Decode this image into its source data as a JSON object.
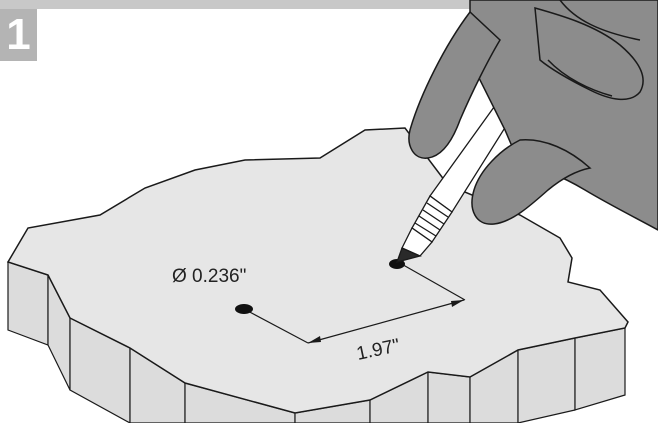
{
  "step": {
    "number": "1"
  },
  "annotations": {
    "hole_diameter": "Ø 0.236\"",
    "hole_spacing": "1.97\""
  },
  "colors": {
    "badge": "#b4b4b4",
    "top_bar": "#c8c8c8",
    "surface": "#e6e6e6",
    "side_face": "#dcdcdc",
    "glove": "#8c8c8c",
    "outline": "#1a1a1a"
  },
  "icons": [
    "marker-pen",
    "gloved-hand"
  ]
}
